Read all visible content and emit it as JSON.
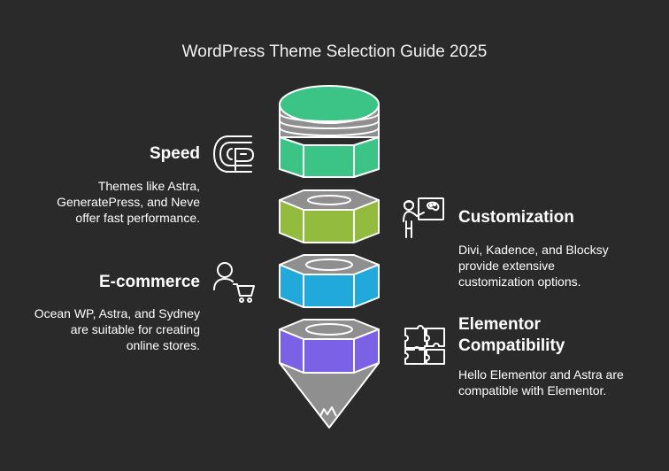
{
  "title": "WordPress Theme Selection Guide 2025",
  "colors": {
    "background": "#2a2a2a",
    "green": "#3cc486",
    "olive": "#93bb3d",
    "blue": "#22a9dc",
    "purple": "#7b61e6",
    "gray": "#8f8f8f"
  },
  "sections": {
    "speed": {
      "title": "Speed",
      "lines": [
        "Themes like Astra,",
        "GeneratePress, and Neve",
        "offer fast performance."
      ],
      "icon": "speedometer-icon"
    },
    "customization": {
      "title": "Customization",
      "lines": [
        "Divi, Kadence, and Blocksy",
        "provide extensive",
        "customization options."
      ],
      "icon": "designer-palette-icon"
    },
    "ecommerce": {
      "title": "E-commerce",
      "lines": [
        "Ocean WP, Astra, and Sydney",
        "are suitable for creating",
        "online stores."
      ],
      "icon": "shopper-cart-icon"
    },
    "elementor": {
      "title_lines": [
        "Elementor",
        "Compatibility"
      ],
      "lines": [
        "Hello Elementor and Astra are",
        "compatible with Elementor."
      ],
      "icon": "puzzle-icon"
    }
  }
}
